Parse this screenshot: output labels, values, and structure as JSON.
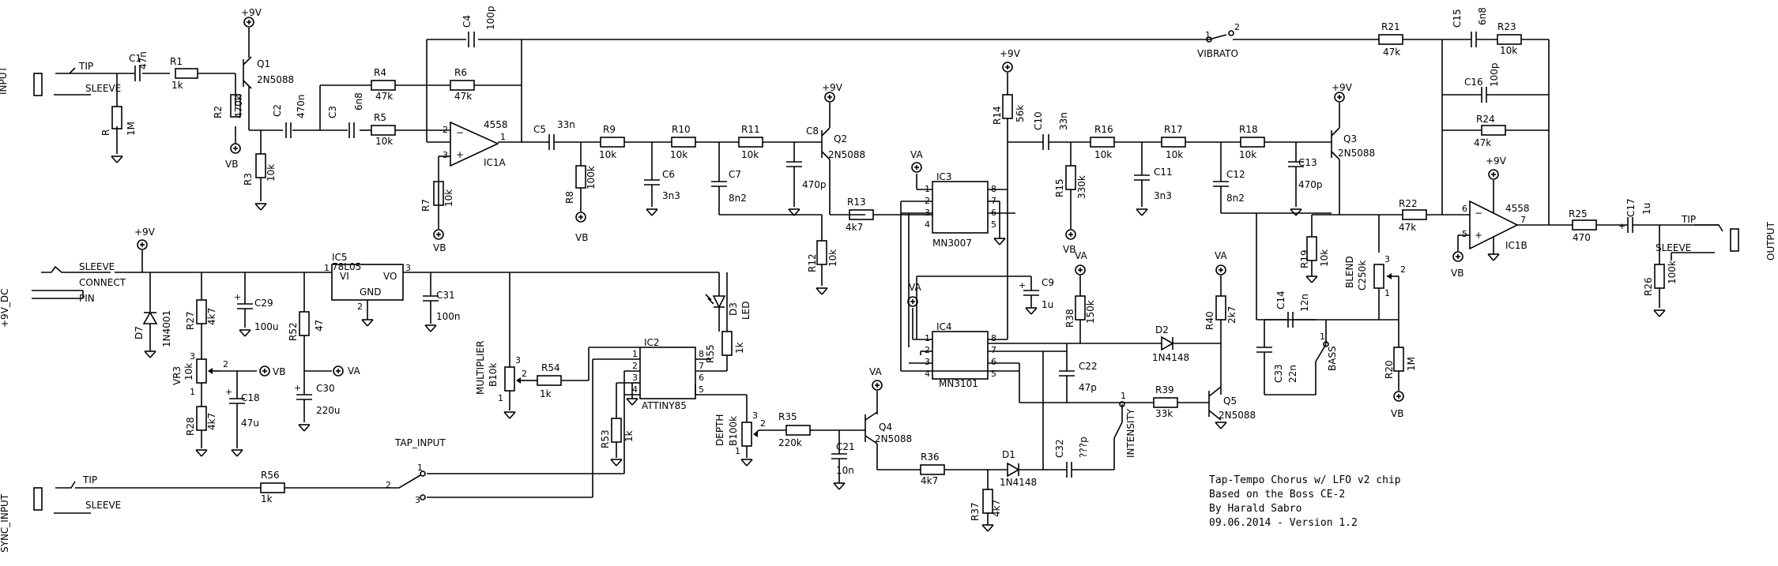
{
  "jacks": {
    "input": {
      "name": "INPUT",
      "tip": "TIP",
      "sleeve": "SLEEVE"
    },
    "output": {
      "name": "OUTPUT",
      "tip": "TIP",
      "sleeve": "SLEEVE"
    },
    "dc": {
      "name": "+9V_DC",
      "sleeve": "SLEEVE",
      "connect": "CONNECT",
      "pin": "PIN"
    },
    "sync": {
      "name": "SYNC_INPUT",
      "tip": "TIP",
      "sleeve": "SLEEVE"
    }
  },
  "rails": {
    "v9": "+9V",
    "va": "VA",
    "vb": "VB"
  },
  "components": {
    "C1": {
      "ref": "C1",
      "val": "47n"
    },
    "R1": {
      "ref": "R1",
      "val": "1k"
    },
    "R": {
      "ref": "R",
      "val": "1M"
    },
    "R2": {
      "ref": "R2",
      "val": "470k"
    },
    "Q1": {
      "ref": "Q1",
      "val": "2N5088"
    },
    "R3": {
      "ref": "R3",
      "val": "10k"
    },
    "C2": {
      "ref": "C2",
      "val": "470n"
    },
    "C3": {
      "ref": "C3",
      "val": "6n8"
    },
    "R4": {
      "ref": "R4",
      "val": "47k"
    },
    "R5": {
      "ref": "R5",
      "val": "10k"
    },
    "R6": {
      "ref": "R6",
      "val": "47k"
    },
    "C4": {
      "ref": "C4",
      "val": "100p"
    },
    "IC1A": {
      "ref": "IC1A",
      "val": "4558"
    },
    "R7": {
      "ref": "R7",
      "val": "10k"
    },
    "C5": {
      "ref": "C5",
      "val": "33n"
    },
    "R8": {
      "ref": "R8",
      "val": "100k"
    },
    "R9": {
      "ref": "R9",
      "val": "10k"
    },
    "C6": {
      "ref": "C6",
      "val": "3n3"
    },
    "R10": {
      "ref": "R10",
      "val": "10k"
    },
    "C7": {
      "ref": "C7",
      "val": "8n2"
    },
    "R11": {
      "ref": "R11",
      "val": "10k"
    },
    "C8": {
      "ref": "C8",
      "val": "470p"
    },
    "Q2": {
      "ref": "Q2",
      "val": "2N5088"
    },
    "R13": {
      "ref": "R13",
      "val": "4k7"
    },
    "R12": {
      "ref": "R12",
      "val": "10k"
    },
    "IC3": {
      "ref": "IC3",
      "val": "MN3007"
    },
    "C9": {
      "ref": "C9",
      "val": "1u"
    },
    "IC4": {
      "ref": "IC4",
      "val": "MN3101"
    },
    "R14": {
      "ref": "R14",
      "val": "56k"
    },
    "C10": {
      "ref": "C10",
      "val": "33n"
    },
    "R15": {
      "ref": "R15",
      "val": "330k"
    },
    "R16": {
      "ref": "R16",
      "val": "10k"
    },
    "C11": {
      "ref": "C11",
      "val": "3n3"
    },
    "R17": {
      "ref": "R17",
      "val": "10k"
    },
    "R18": {
      "ref": "R18",
      "val": "10k"
    },
    "C12": {
      "ref": "C12",
      "val": "8n2"
    },
    "C13": {
      "ref": "C13",
      "val": "470p"
    },
    "Q3": {
      "ref": "Q3",
      "val": "2N5088"
    },
    "R19": {
      "ref": "R19",
      "val": "10k"
    },
    "R21": {
      "ref": "R21",
      "val": "47k"
    },
    "C15": {
      "ref": "C15",
      "val": "6n8"
    },
    "R23": {
      "ref": "R23",
      "val": "10k"
    },
    "C16": {
      "ref": "C16",
      "val": "100p"
    },
    "R24": {
      "ref": "R24",
      "val": "47k"
    },
    "R22": {
      "ref": "R22",
      "val": "47k"
    },
    "IC1B": {
      "ref": "IC1B",
      "val": "4558"
    },
    "R25": {
      "ref": "R25",
      "val": "470"
    },
    "C17": {
      "ref": "C17",
      "val": "1u"
    },
    "R26": {
      "ref": "R26",
      "val": "100k"
    },
    "BLEND": {
      "ref": "BLEND",
      "val": "C250k"
    },
    "R20": {
      "ref": "R20",
      "val": "1M"
    },
    "C14": {
      "ref": "C14",
      "val": "12n"
    },
    "C33": {
      "ref": "C33",
      "val": "22n"
    },
    "BASS": {
      "ref": "BASS"
    },
    "R38": {
      "ref": "R38",
      "val": "150k"
    },
    "D2": {
      "ref": "D2",
      "val": "1N4148"
    },
    "R40": {
      "ref": "R40",
      "val": "2k7"
    },
    "C22": {
      "ref": "C22",
      "val": "47p"
    },
    "R39": {
      "ref": "R39",
      "val": "33k"
    },
    "Q5": {
      "ref": "Q5",
      "val": "2N5088"
    },
    "INTENSITY": {
      "ref": "INTENSITY"
    },
    "C32": {
      "ref": "C32",
      "val": "???p"
    },
    "D1": {
      "ref": "D1",
      "val": "1N4148"
    },
    "R36": {
      "ref": "R36",
      "val": "4k7"
    },
    "R37": {
      "ref": "R37",
      "val": "4k7"
    },
    "Q4": {
      "ref": "Q4",
      "val": "2N5088"
    },
    "C21": {
      "ref": "C21",
      "val": "10n"
    },
    "R35": {
      "ref": "R35",
      "val": "220k"
    },
    "DEPTH": {
      "ref": "DEPTH",
      "val": "B100k"
    },
    "R55": {
      "ref": "R55",
      "val": "1k"
    },
    "D3": {
      "ref": "D3",
      "val": "LED"
    },
    "IC2": {
      "ref": "IC2",
      "val": "ATTINY85"
    },
    "R53": {
      "ref": "R53",
      "val": "1k"
    },
    "R54": {
      "ref": "R54",
      "val": "1k"
    },
    "MULTIPLIER": {
      "ref": "MULTIPLIER",
      "val": "B10k"
    },
    "IC5": {
      "ref": "IC5",
      "val": "78L05",
      "vi": "VI",
      "vo": "VO",
      "gnd": "GND"
    },
    "C31": {
      "ref": "C31",
      "val": "100n"
    },
    "R52": {
      "ref": "R52",
      "val": "47"
    },
    "C30": {
      "ref": "C30",
      "val": "220u"
    },
    "D7": {
      "ref": "D7",
      "val": "1N4001"
    },
    "R27": {
      "ref": "R27",
      "val": "4k7"
    },
    "C29": {
      "ref": "C29",
      "val": "100u"
    },
    "VR3": {
      "ref": "VR3",
      "val": "10k"
    },
    "R28": {
      "ref": "R28",
      "val": "4k7"
    },
    "C18": {
      "ref": "C18",
      "val": "47u"
    },
    "R56": {
      "ref": "R56",
      "val": "1k"
    },
    "TAP_INPUT": {
      "ref": "TAP_INPUT"
    },
    "VIBRATO": {
      "ref": "VIBRATO"
    }
  },
  "pins": {
    "ic1a": [
      "2",
      "3",
      "1"
    ],
    "ic1b": [
      "6",
      "5",
      "7"
    ],
    "ic3": [
      "1",
      "2",
      "3",
      "4",
      "5",
      "6",
      "7",
      "8"
    ],
    "ic4": [
      "1",
      "2",
      "3",
      "4",
      "5",
      "6",
      "7",
      "8"
    ],
    "ic2": [
      "1",
      "2",
      "3",
      "4",
      "5",
      "6",
      "7",
      "8"
    ],
    "ic5": [
      "1",
      "3",
      "2"
    ],
    "pot": [
      "1",
      "2",
      "3"
    ],
    "sw": [
      "1",
      "2",
      "3"
    ]
  },
  "notes": [
    "Tap-Tempo Chorus w/ LFO v2 chip",
    "Based on the Boss CE-2",
    "By Harald Sabro",
    "09.06.2014 - Version 1.2"
  ]
}
